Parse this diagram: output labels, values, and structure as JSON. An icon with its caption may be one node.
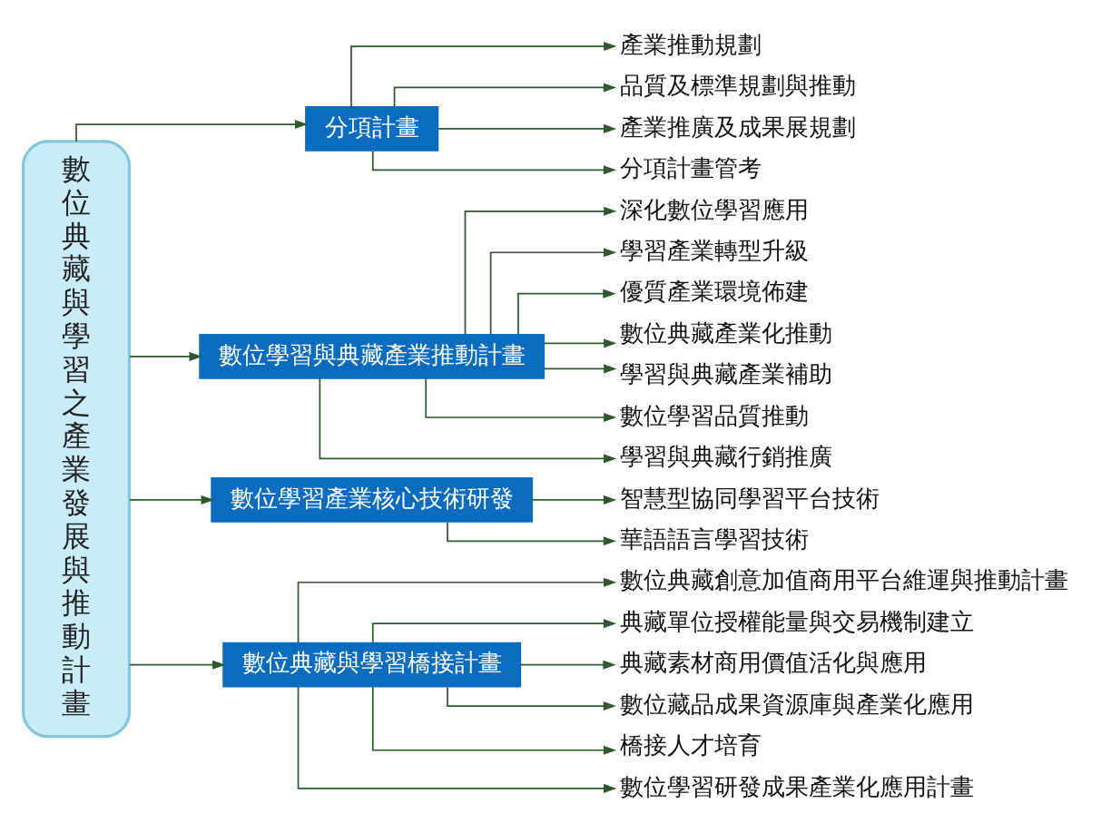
{
  "diagram": {
    "nodes": [
      {
        "text": [
          "數位典藏與學習之產業發展與推動計畫"
        ]
      },
      {
        "text": [
          "分項計畫"
        ]
      },
      {
        "text": [
          "產業推動規劃"
        ]
      },
      {
        "text": [
          "品質及標準規劃與推動"
        ]
      },
      {
        "text": [
          "產業推廣及成果展規劃"
        ]
      },
      {
        "text": [
          "分項計畫管考"
        ]
      },
      {
        "text": [
          "數位學習與典藏產業推動計畫"
        ]
      },
      {
        "text": [
          "深化數位學習應用"
        ]
      },
      {
        "text": [
          "學習產業轉型升級"
        ]
      },
      {
        "text": [
          "優質產業環境佈建"
        ]
      },
      {
        "text": [
          "數位典藏產業化推動"
        ]
      },
      {
        "text": [
          "學習與典藏產業補助"
        ]
      },
      {
        "text": [
          "數位學習品質推動"
        ]
      },
      {
        "text": [
          "學習與典藏行銷推廣"
        ]
      },
      {
        "text": [
          "數位學習產業核心技術研發"
        ]
      },
      {
        "text": [
          "智慧型協同學習平台技術"
        ]
      },
      {
        "text": [
          "華語語言學習技術"
        ]
      },
      {
        "text": [
          "數位典藏與學習橋接計畫"
        ]
      },
      {
        "text": [
          "數位典藏創意加值商用平台維運與推動計畫"
        ]
      },
      {
        "text": [
          "典藏單位授權能量與交易機制建立"
        ]
      },
      {
        "text": [
          "典藏素材商用價值活化與應用"
        ]
      },
      {
        "text": [
          "數位藏品成果資源庫與產業化應用"
        ]
      },
      {
        "text": [
          "橋接人才培育"
        ]
      },
      {
        "text": [
          "數位學習研發成果產業化應用計畫"
        ]
      }
    ],
    "edges": [
      {
        "from": 0,
        "to": 1,
        "arrow": "to"
      },
      {
        "from": 0,
        "to": 6,
        "arrow": "to"
      },
      {
        "from": 0,
        "to": 14,
        "arrow": "to"
      },
      {
        "from": 0,
        "to": 17,
        "arrow": "to"
      },
      {
        "from": 1,
        "to": 2,
        "arrow": "to"
      },
      {
        "from": 1,
        "to": 3,
        "arrow": "to"
      },
      {
        "from": 1,
        "to": 4,
        "arrow": "to"
      },
      {
        "from": 1,
        "to": 5,
        "arrow": "to"
      },
      {
        "from": 6,
        "to": 7,
        "arrow": "to"
      },
      {
        "from": 6,
        "to": 8,
        "arrow": "to"
      },
      {
        "from": 6,
        "to": 9,
        "arrow": "to"
      },
      {
        "from": 6,
        "to": 10,
        "arrow": "to"
      },
      {
        "from": 6,
        "to": 11,
        "arrow": "to"
      },
      {
        "from": 6,
        "to": 12,
        "arrow": "to"
      },
      {
        "from": 6,
        "to": 13,
        "arrow": "to"
      },
      {
        "from": 14,
        "to": 15,
        "arrow": "to"
      },
      {
        "from": 14,
        "to": 16,
        "arrow": "to"
      },
      {
        "from": 17,
        "to": 18,
        "arrow": "to"
      },
      {
        "from": 17,
        "to": 19,
        "arrow": "to"
      },
      {
        "from": 17,
        "to": 20,
        "arrow": "to"
      },
      {
        "from": 17,
        "to": 21,
        "arrow": "to"
      },
      {
        "from": 17,
        "to": 22,
        "arrow": "to"
      },
      {
        "from": 17,
        "to": 23,
        "arrow": "to"
      }
    ]
  }
}
